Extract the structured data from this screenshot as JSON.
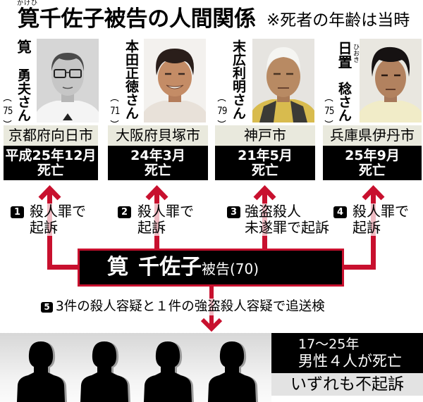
{
  "header": {
    "title_ruby": "かけひ",
    "title": "筧千佐子被告の人間関係",
    "note": "※死者の年齢は当時"
  },
  "victims": [
    {
      "surname": "筧",
      "given": "勇夫さん",
      "age": "75",
      "location": "京都府向日市",
      "death_date": "平成25年12月",
      "death_status": "死亡",
      "charge_no": "1",
      "charge_line1": "殺人罪で",
      "charge_line2": "起訴"
    },
    {
      "surname": "本田",
      "given": "正徳さん",
      "age": "71",
      "location": "大阪府貝塚市",
      "death_date": "24年3月",
      "death_status": "死亡",
      "charge_no": "2",
      "charge_line1": "殺人罪で",
      "charge_line2": "起訴"
    },
    {
      "surname": "末広",
      "given": "利明さん",
      "age": "79",
      "location": "神戸市",
      "death_date": "21年5月",
      "death_status": "死亡",
      "charge_no": "3",
      "charge_line1": "強盗殺人",
      "charge_line2": "未遂罪で起訴"
    },
    {
      "surname": "日置",
      "surname_ruby": "ひおき",
      "given": "稔さん",
      "age": "75",
      "location": "兵庫県伊丹市",
      "death_date": "25年9月",
      "death_status": "死亡",
      "charge_no": "4",
      "charge_line1": "殺人罪で",
      "charge_line2": "起訴"
    }
  ],
  "defendant": {
    "surname": "筧",
    "given": "千佐子",
    "title": "被告",
    "age": "(70)"
  },
  "additional_referral": {
    "no": "5",
    "text": "3件の殺人容疑と１件の強盗殺人容疑で追送検"
  },
  "other_deaths": {
    "period": "17～25年",
    "summary": "男性４人が死亡",
    "outcome": "いずれも不起訴",
    "silhouette_count": 4
  },
  "colors": {
    "accent_red": "#c8102e",
    "location_label_bg": "#e9e9dd",
    "death_box_bg": "#000000",
    "outcome_bg": "#e3e3e3"
  }
}
